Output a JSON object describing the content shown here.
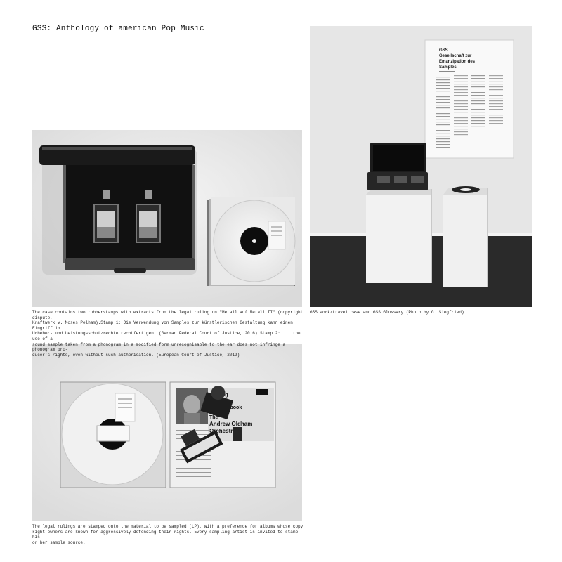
{
  "title": "GSS: Anthology of american Pop Music",
  "captions": {
    "case": "The case contains two rubberstamps with extracts from the legal ruling on \"Metall auf Metall II\" (copyright dispute,\nKraftwerk v. Moses Pelham).Stamp 1: Die Verwendung von Samples zur künstlerischen Gestaltung kann einen Eingriff in\nUrheber- und Leistungsschutzrechte rechtfertigen. (German Federal Court of Justice, 2016) Stamp 2: ... the use of a\nsound sample taken from a phonogram in a modified form unrecognisable to the ear does not infringe a phonogram pro-\nducer's rights, even without such authorisation. (European Court of Justice, 2019)",
    "exhibit": "GSS work/travel case and GSS Glossary (Photo by G. Siegfried)",
    "rulings": "The legal rulings are stamped onto the material to be sampled (LP), with a preference for albums whose copy\nright owners are known for aggressively defending their rights. Every sampling artist is invited to stamp his\nor her sample source."
  },
  "poster": {
    "logo_line1": "GSS",
    "logo_line2": "Gesellschaft zur",
    "logo_line3": "Emanzipation des",
    "logo_line4": "Samples"
  },
  "album": {
    "title_line1": "ing",
    "title_line2": "tones",
    "title_line3": "Songbook",
    "band_line1": "The",
    "band_line2": "Andrew Oldham",
    "band_line3": "Orchestra"
  }
}
